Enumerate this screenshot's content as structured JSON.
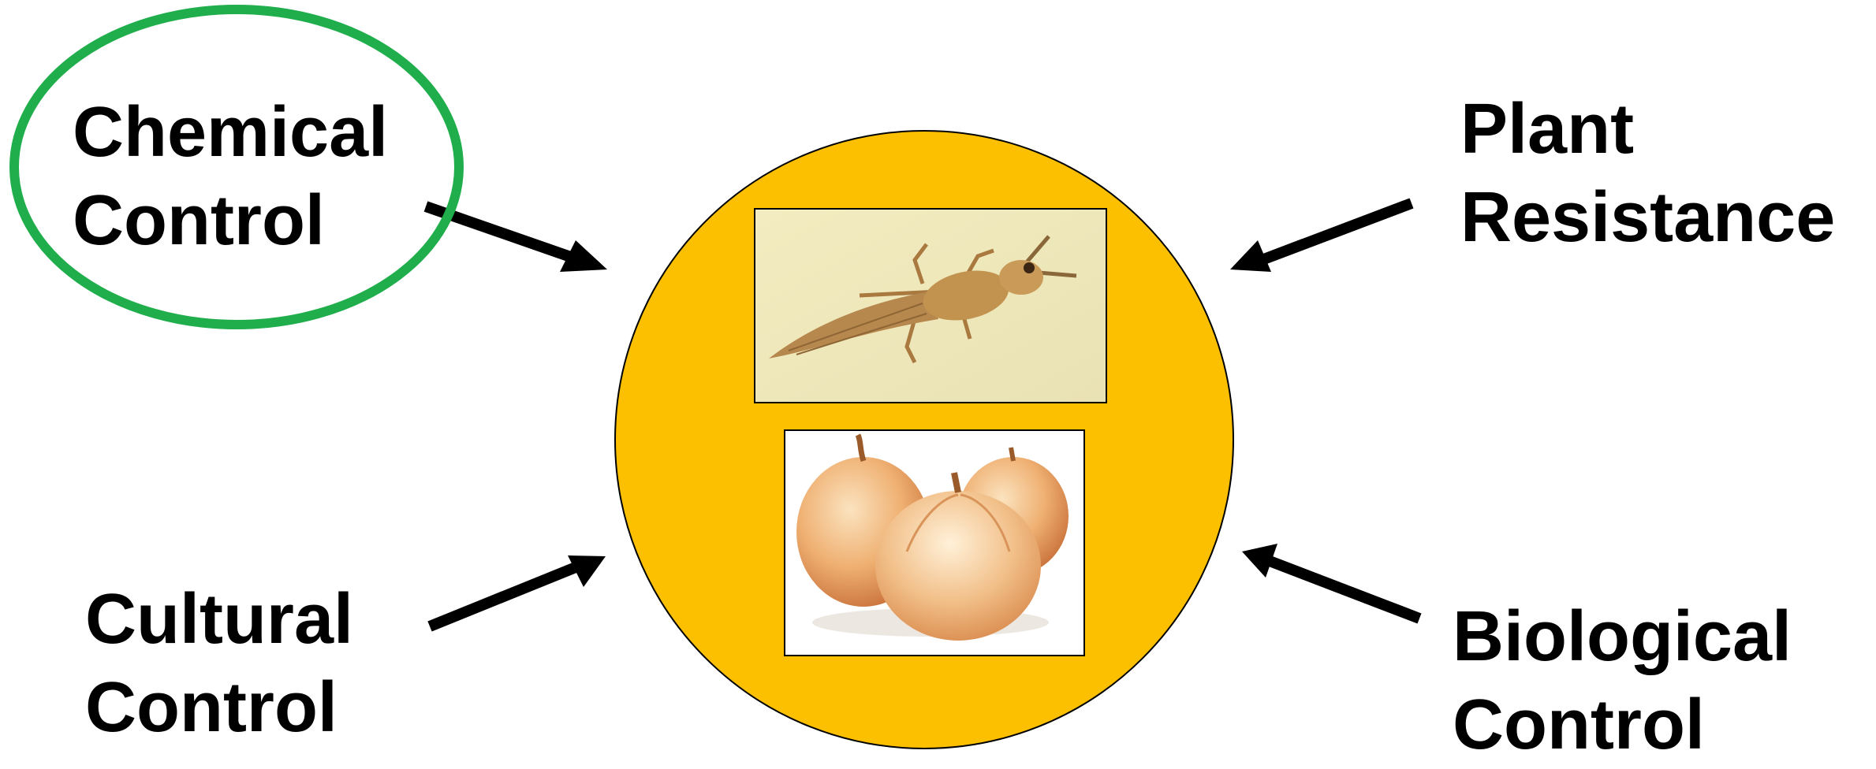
{
  "labels": {
    "chemical": {
      "line1": "Chemical",
      "line2": "Control"
    },
    "plant": {
      "line1": "Plant",
      "line2": "Resistance"
    },
    "cultural": {
      "line1": "Cultural",
      "line2": "Control"
    },
    "biological": {
      "line1": "Biological",
      "line2": "Control"
    }
  },
  "colors": {
    "circle_fill": "#FDC000",
    "highlight_ellipse": "#1FAE4B",
    "arrow": "#000000",
    "insect_bg": "#F4EFC8",
    "insect_body": "#B98A4E",
    "onion": "#E9A061"
  },
  "images": {
    "top": "thrips-insect",
    "bottom": "onions"
  }
}
